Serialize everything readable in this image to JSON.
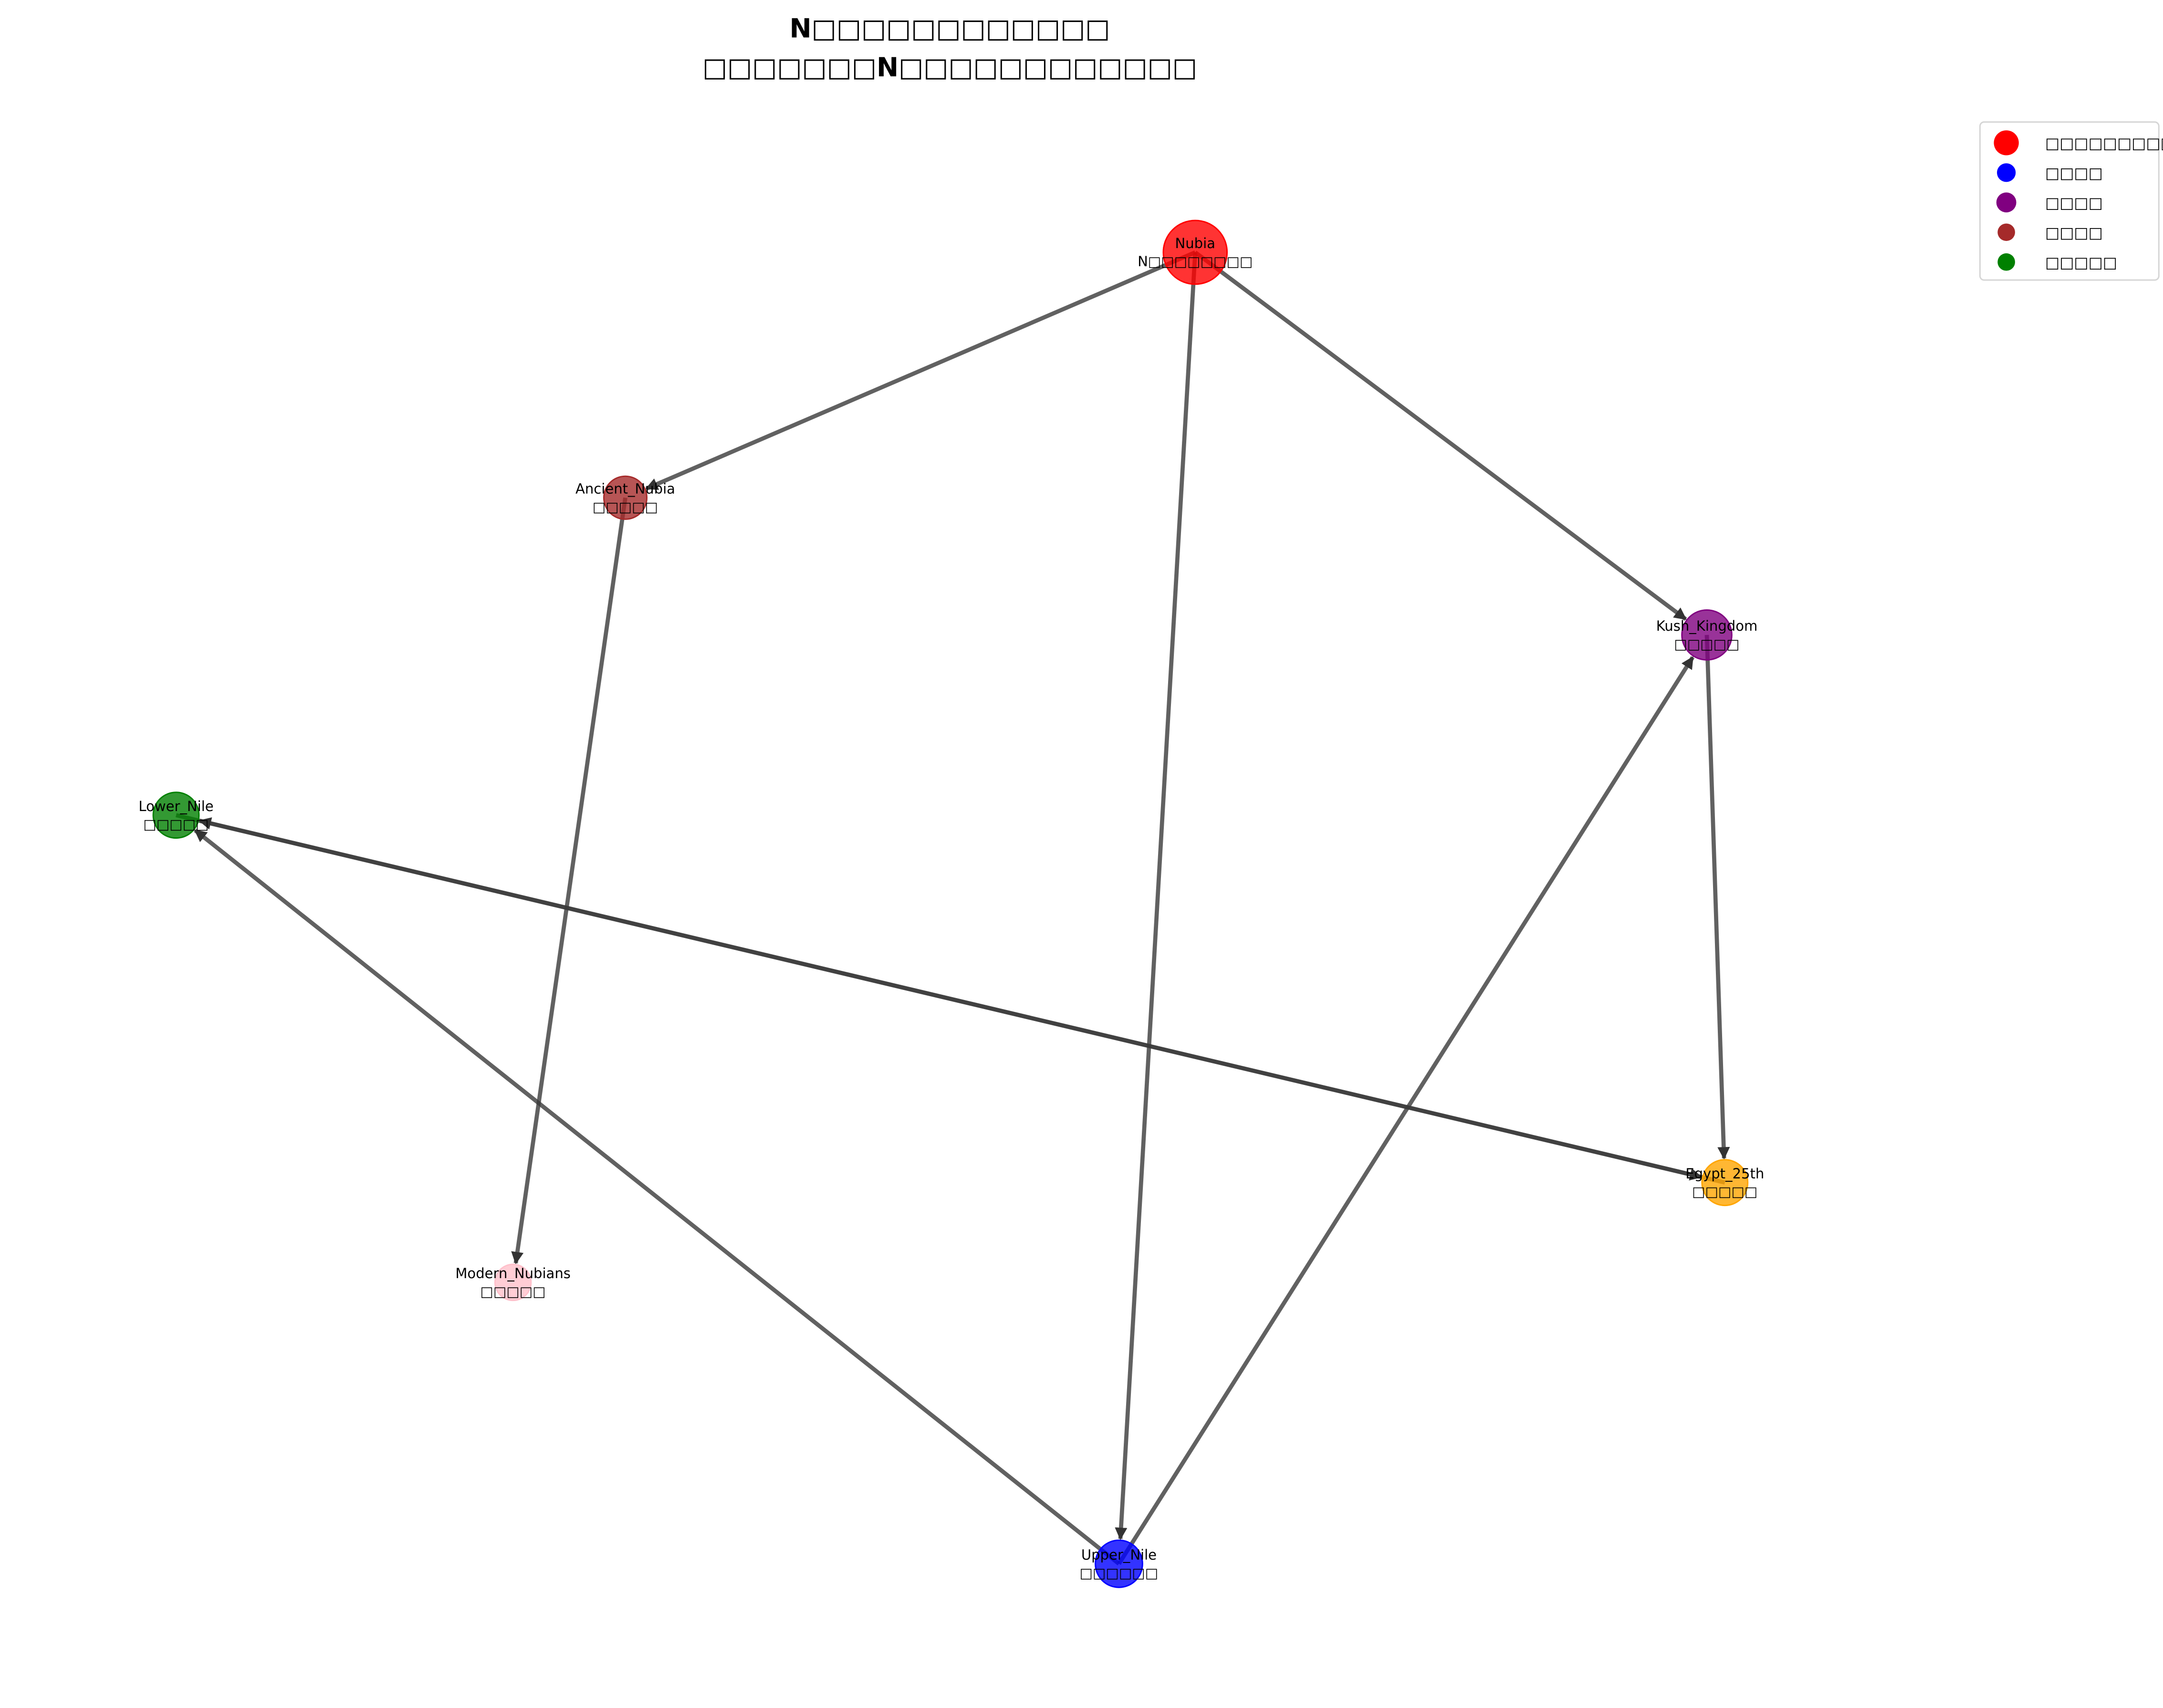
{
  "chart_data": {
    "type": "network",
    "title_line1": "N□□□□□□□□□□□□",
    "title_line2": "□□□□□□□N□□□□□□□□□□□□",
    "nodes": [
      {
        "id": "Nubia",
        "sublabel": "N□□□□□□□□",
        "color": "#ff0000",
        "size": 3
      },
      {
        "id": "Ancient_Nubia",
        "sublabel": "□□□□□",
        "color": "#a52a2a",
        "size": 1.5
      },
      {
        "id": "Kush_Kingdom",
        "sublabel": "□□□□□",
        "color": "#800080",
        "size": 2
      },
      {
        "id": "Lower_Nile",
        "sublabel": "□□□□□",
        "color": "#008000",
        "size": 1.7
      },
      {
        "id": "Egypt_25th",
        "sublabel": "□□□□□",
        "color": "#ffa500",
        "size": 1.7
      },
      {
        "id": "Modern_Nubians",
        "sublabel": "□□□□□",
        "color": "#ffc0cb",
        "size": 1
      },
      {
        "id": "Upper_Nile",
        "sublabel": "□□□□□□",
        "color": "#0000ff",
        "size": 1.8
      }
    ],
    "edges": [
      {
        "from": "Nubia",
        "to": "Ancient_Nubia"
      },
      {
        "from": "Nubia",
        "to": "Upper_Nile"
      },
      {
        "from": "Nubia",
        "to": "Kush_Kingdom"
      },
      {
        "from": "Ancient_Nubia",
        "to": "Modern_Nubians"
      },
      {
        "from": "Kush_Kingdom",
        "to": "Egypt_25th"
      },
      {
        "from": "Upper_Nile",
        "to": "Kush_Kingdom"
      },
      {
        "from": "Upper_Nile",
        "to": "Lower_Nile"
      },
      {
        "from": "Lower_Nile",
        "to": "Egypt_25th"
      },
      {
        "from": "Egypt_25th",
        "to": "Lower_Nile"
      }
    ],
    "legend": {
      "placement": "top-right",
      "entries": [
        {
          "label": "□□□□□□□□□",
          "color": "#ff0000"
        },
        {
          "label": "□□□□",
          "color": "#0000ff"
        },
        {
          "label": "□□□□",
          "color": "#800080"
        },
        {
          "label": "□□□□",
          "color": "#a52a2a"
        },
        {
          "label": "□□□□□",
          "color": "#008000"
        }
      ]
    }
  }
}
